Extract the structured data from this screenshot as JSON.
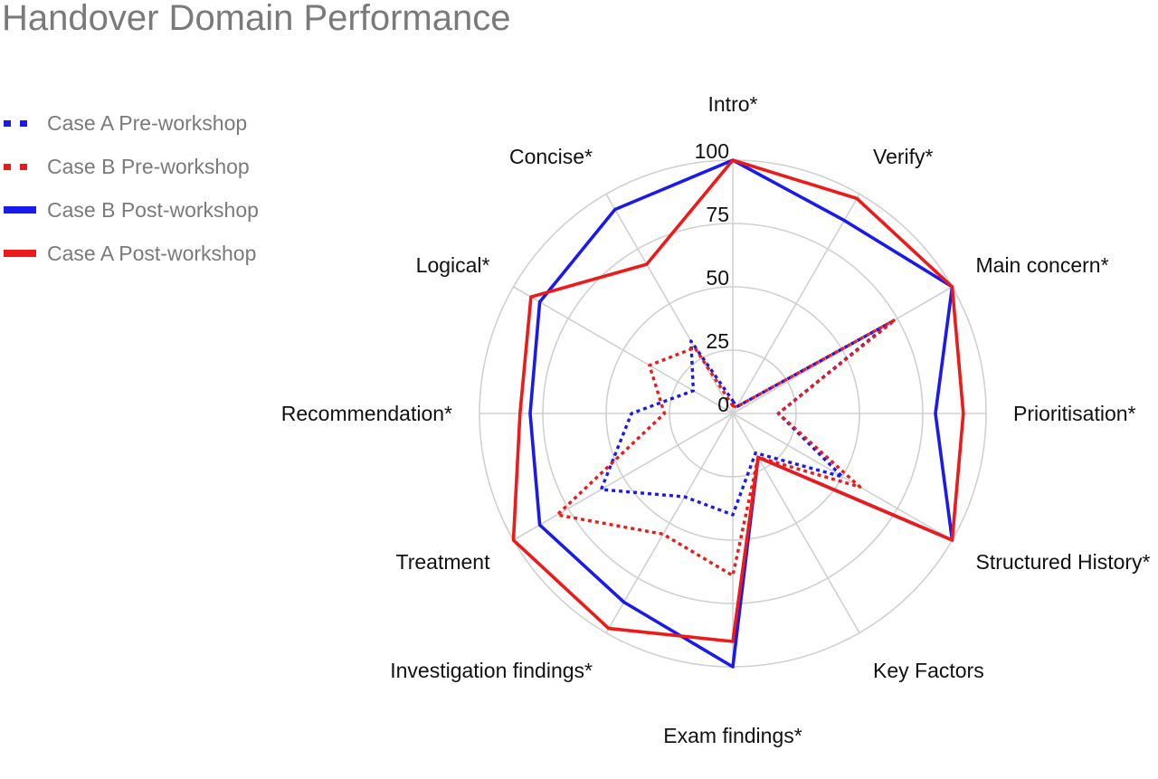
{
  "chart_data": {
    "type": "radar",
    "title": "Handover Domain Performance",
    "r_range": [
      0,
      100
    ],
    "r_ticks": [
      "0",
      "25",
      "50",
      "75",
      "100"
    ],
    "grid": true,
    "legend_position": "left",
    "axes": [
      "Intro*",
      "Verify*",
      "Main concern*",
      "Prioritisation*",
      "Structured History*",
      "Key Factors",
      "Exam findings*",
      "Investigation findings*",
      "Treatment",
      "Recommendation*",
      "Logical*",
      "Concise*"
    ],
    "series": [
      {
        "name": "Case A Pre-workshop",
        "color": "#1a1aee",
        "style": "dotted",
        "values": [
          5,
          3,
          72,
          18,
          50,
          18,
          40,
          38,
          60,
          40,
          18,
          33
        ]
      },
      {
        "name": "Case B Pre-workshop",
        "color": "#ee1a1a",
        "style": "dotted",
        "values": [
          3,
          3,
          74,
          18,
          58,
          20,
          64,
          55,
          80,
          27,
          38,
          30
        ]
      },
      {
        "name": "Case B Post-workshop",
        "color": "#1a1aee",
        "style": "solid",
        "values": [
          100,
          88,
          100,
          80,
          100,
          20,
          100,
          86,
          88,
          80,
          88,
          93
        ]
      },
      {
        "name": "Case A Post-workshop",
        "color": "#ee1a1a",
        "style": "solid",
        "values": [
          100,
          98,
          100,
          91,
          100,
          20,
          90,
          98,
          100,
          84,
          92,
          68
        ]
      }
    ]
  }
}
